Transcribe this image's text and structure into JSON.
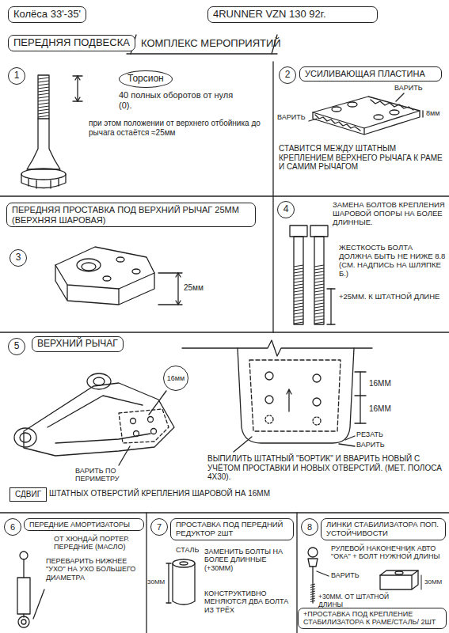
{
  "diagram": {
    "nodes": [
      {
        "text": [
          "Колёса 33'-35'"
        ]
      },
      {
        "text": [
          "4RUNNER VZN 130 92г."
        ]
      },
      {
        "text": [
          "ПЕРЕДНЯЯ ПОДВЕСКА"
        ]
      },
      {
        "text": [
          "1"
        ]
      },
      {
        "text": [
          "Торсион"
        ]
      },
      {
        "text": [
          "2"
        ]
      },
      {
        "text": [
          "УСИЛИВАЮЩАЯ ПЛАСТИНА"
        ]
      },
      {
        "text": [
          "ПЕРЕДНЯЯ ПРОСТАВКА ПОД ВЕРХНИЙ РЫЧАГ 25ММ (ВЕРХНЯЯ ШАРОВАЯ)"
        ]
      },
      {
        "text": [
          "3"
        ]
      },
      {
        "text": [
          "4"
        ]
      },
      {
        "text": [
          "5"
        ]
      },
      {
        "text": [
          "ВЕРХНИЙ РЫЧАГ"
        ]
      },
      {
        "text": [
          "16мм"
        ]
      },
      {
        "text": [
          "СДВИГ"
        ]
      },
      {
        "text": [
          "6"
        ]
      },
      {
        "text": [
          "ПЕРЕДНИЕ АМОРТИЗАТОРЫ"
        ]
      },
      {
        "text": [
          "7"
        ]
      },
      {
        "text": [
          "ПРОСТАВКА ПОД ПЕРЕДНИЙ РЕДУКТОР 2ШТ"
        ]
      },
      {
        "text": [
          "8"
        ]
      },
      {
        "text": [
          "ЛИНКИ СТАБИЛИЗАТОРА ПОП. УСТОЙЧИВОСТИ"
        ]
      },
      {
        "text": [
          "+ПРОСТАВКА ПОД КРЕПЛЕНИЕ СТАБИЛИЗАТОРА К РАМЕ/СТАЛЬ/ 2ШТ"
        ]
      }
    ],
    "labels": [
      "КОМПЛЕКС МЕРОПРИЯТИЙ",
      "40 полных оборотов от нуля (0).",
      "при этом положении от верхнего отбойника до рычага остаётся ≈25мм",
      "ВАРИТЬ",
      "ВАРИТЬ",
      "8мм",
      "СТАВИТСЯ МЕЖДУ ШТАТНЫМ КРЕПЛЕНИЕМ ВЕРХНЕГО РЫЧАГА К РАМЕ И САМИМ РЫЧАГОМ",
      "25мм",
      "ЗАМЕНА БОЛТОВ КРЕПЛЕНИЯ ШАРОВОЙ ОПОРЫ НА БОЛЕЕ ДЛИННЫЕ.",
      "ЖЕСТКОСТЬ БОЛТА ДОЛЖНА БЫТЬ НЕ НИЖЕ 8.8 (СМ. НАДПИСЬ НА ШЛЯПКЕ Б.)",
      "+25ММ. К ШТАТНОЙ ДЛИНЕ",
      "16ММ",
      "16ММ",
      "РЕЗАТЬ",
      "ВАРИТЬ",
      "ВАРИТЬ ПО ПЕРИМЕТРУ",
      "ВЫПИЛИТЬ ШТАТНЫЙ \"БОРТИК\" И ВВАРИТЬ НОВЫЙ С УЧЁТОМ ПРОСТАВКИ И НОВЫХ ОТВЕРСТИЙ. (МЕТ. ПОЛОСА 4Х30).",
      "ШТАТНЫХ ОТВЕРСТИЙ КРЕПЛЕНИЯ ШАРОВОЙ НА 16ММ",
      "ОТ ХЮНДАЙ ПОРТЕР. ПЕРЕДНИЕ (МАСЛО)",
      "ПЕРЕВАРИТЬ НИЖНЕЕ \"УХО\" НА УХО БОЛЬШЕГО ДИАМЕТРА",
      "СТАЛЬ",
      "30ММ",
      "ЗАМЕНИТЬ БОЛТЫ НА БОЛЕЕ ДЛИННЫЕ (+30ММ)",
      "КОНСТРУКТИВНО МЕНЯЮТСЯ ДВА БОЛТА ИЗ ТРЁХ",
      "РУЛЕВОЙ НАКОНЕЧНИК АВТО \"ОКА\" + БОЛТ НУЖНОЙ ДЛИНЫ",
      "ВАРИТЬ",
      "+30ММ. ОТ ШТАТНОЙ ДЛИНЫ",
      "30ММ"
    ]
  }
}
